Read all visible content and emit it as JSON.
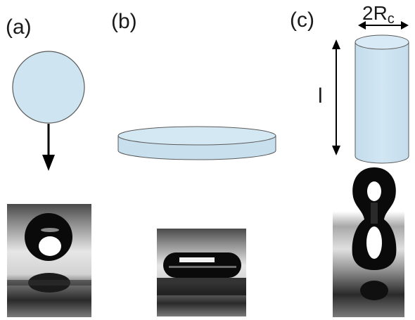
{
  "panels": [
    {
      "id": "a",
      "label": "(a)"
    },
    {
      "id": "b",
      "label": "(b)"
    },
    {
      "id": "c",
      "label": "(c)"
    }
  ],
  "dimensions": {
    "diameter_label": "2R",
    "diameter_subscript": "c",
    "length_label": "l"
  },
  "colors": {
    "shape_fill": "#cfe4f1",
    "shape_stroke": "#5a5a5a",
    "arrow": "#000000",
    "text": "#1a1a1a"
  }
}
